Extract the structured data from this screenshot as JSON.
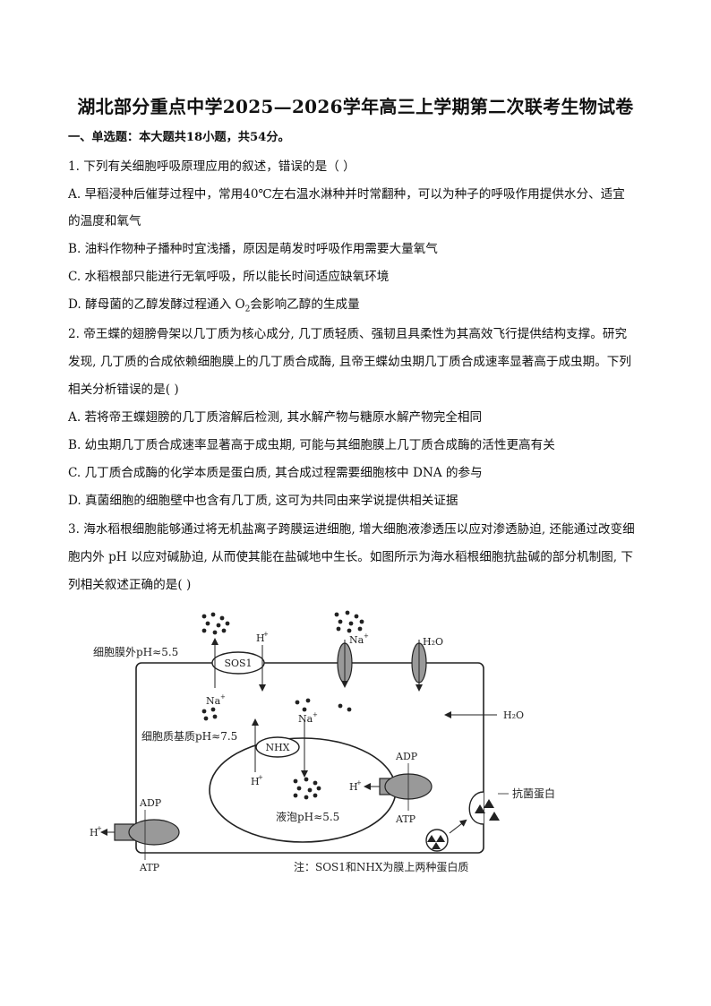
{
  "title": "湖北部分重点中学2025—2026学年高三上学期第二次联考生物试卷",
  "section_header": "一、单选题：本大题共18小题，共54分。",
  "q1": {
    "stem": "1. 下列有关细胞呼吸原理应用的叙述，错误的是（ ）",
    "a1": "A. 早稻浸种后催芽过程中，常用40℃左右温水淋种并时常翻种，可以为种子的呼吸作用提供水分、适宜",
    "a2": "的温度和氧气",
    "b": "B. 油料作物种子播种时宜浅播，原因是萌发时呼吸作用需要大量氧气",
    "c": "C. 水稻根部只能进行无氧呼吸，所以能长时间适应缺氧环境",
    "d_pre": "D. 酵母菌的乙醇发酵过程通入 O",
    "d_sub": "2",
    "d_post": "会影响乙醇的生成量"
  },
  "q2": {
    "stem1": "2. 帝王蝶的翅膀骨架以几丁质为核心成分, 几丁质轻质、强韧且具柔性为其高效飞行提供结构支撑。研究",
    "stem2": "发现, 几丁质的合成依赖细胞膜上的几丁质合成酶, 且帝王蝶幼虫期几丁质合成速率显著高于成虫期。下列",
    "stem3": "相关分析错误的是( )",
    "a": "A. 若将帝王蝶翅膀的几丁质溶解后检测, 其水解产物与糖原水解产物完全相同",
    "b": "B. 幼虫期几丁质合成速率显著高于成虫期, 可能与其细胞膜上几丁质合成酶的活性更高有关",
    "c": "C. 几丁质合成酶的化学本质是蛋白质, 其合成过程需要细胞核中 DNA 的参与",
    "d": "D. 真菌细胞的细胞壁中也含有几丁质, 这可为共同由来学说提供相关证据"
  },
  "q3": {
    "stem1": "3. 海水稻根细胞能够通过将无机盐离子跨膜运进细胞, 增大细胞液渗透压以应对渗透胁迫, 还能通过改变细",
    "stem2": "胞内外 pH 以应对碱胁迫, 从而使其能在盐碱地中生长。如图所示为海水稻根细胞抗盐碱的部分机制图, 下",
    "stem3": "列相关叙述正确的是( )"
  },
  "figure": {
    "outside_ph": "细胞膜外pH≈5.5",
    "cytoplasm_ph": "细胞质基质pH≈7.5",
    "vacuole_ph": "液泡pH≈5.5",
    "sos1": "SOS1",
    "nhx": "NHX",
    "h": "H",
    "na": "Na",
    "plus": "+",
    "h2o": "H₂O",
    "adp": "ADP",
    "atp": "ATP",
    "antibacterial": "抗菌蛋白",
    "note": "注：SOS1和NHX为膜上两种蛋白质"
  }
}
